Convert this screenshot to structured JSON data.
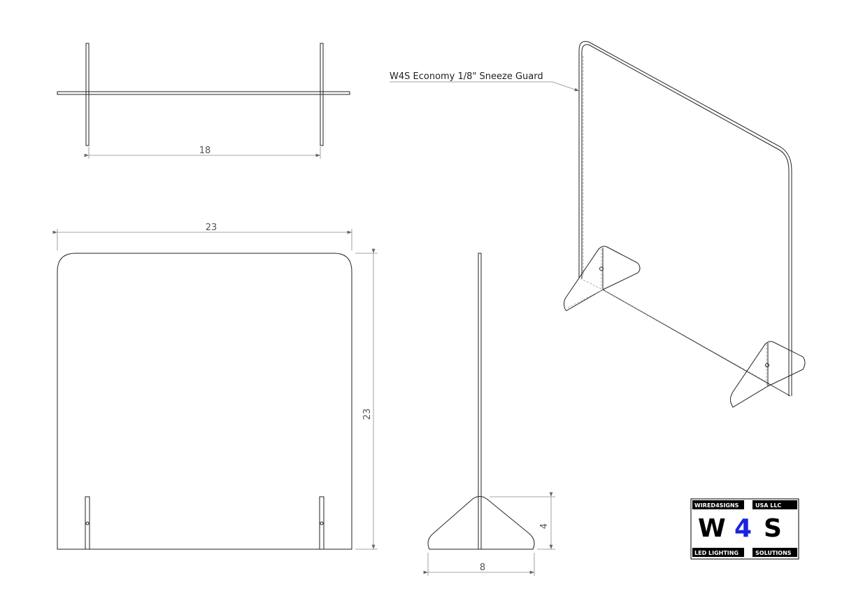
{
  "drawing": {
    "part_label": "W4S Economy 1/8\" Sneeze Guard",
    "dimensions": {
      "top_view_width": "18",
      "front_view_width": "23",
      "front_view_height": "23",
      "side_view_foot_height": "4",
      "side_view_foot_length": "8"
    }
  },
  "logo": {
    "top_left": "WIRED4SIGNS",
    "top_right": "USA LLC",
    "main_w": "W",
    "main_4": "4",
    "main_s": "S",
    "bottom_left": "LED LIGHTING",
    "bottom_right": "SOLUTIONS",
    "colors": {
      "black": "#000000",
      "accent": "#1a22e0"
    }
  }
}
